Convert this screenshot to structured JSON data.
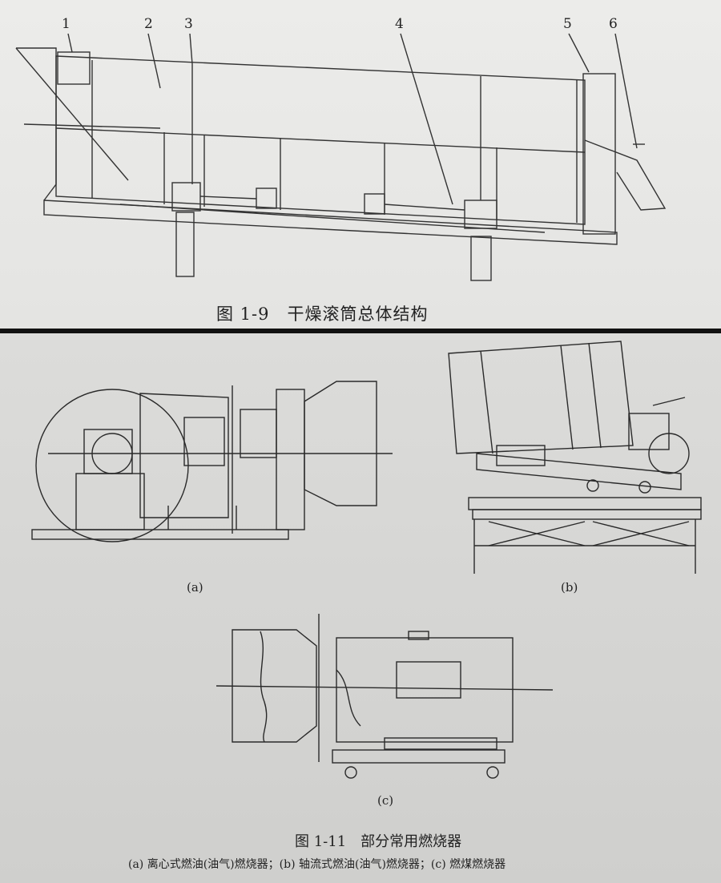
{
  "figure_1_9": {
    "part_labels": [
      "1",
      "2",
      "3",
      "4",
      "5",
      "6"
    ],
    "caption": "图 1-9　干燥滚筒总体结构"
  },
  "figure_1_11": {
    "subfigure_labels": {
      "a": "(a)",
      "b": "(b)",
      "c": "(c)"
    },
    "caption": "图 1-11　部分常用燃烧器",
    "legend": "(a) 离心式燃油(油气)燃烧器；(b) 轴流式燃油(油气)燃烧器；(c) 燃煤燃烧器"
  }
}
